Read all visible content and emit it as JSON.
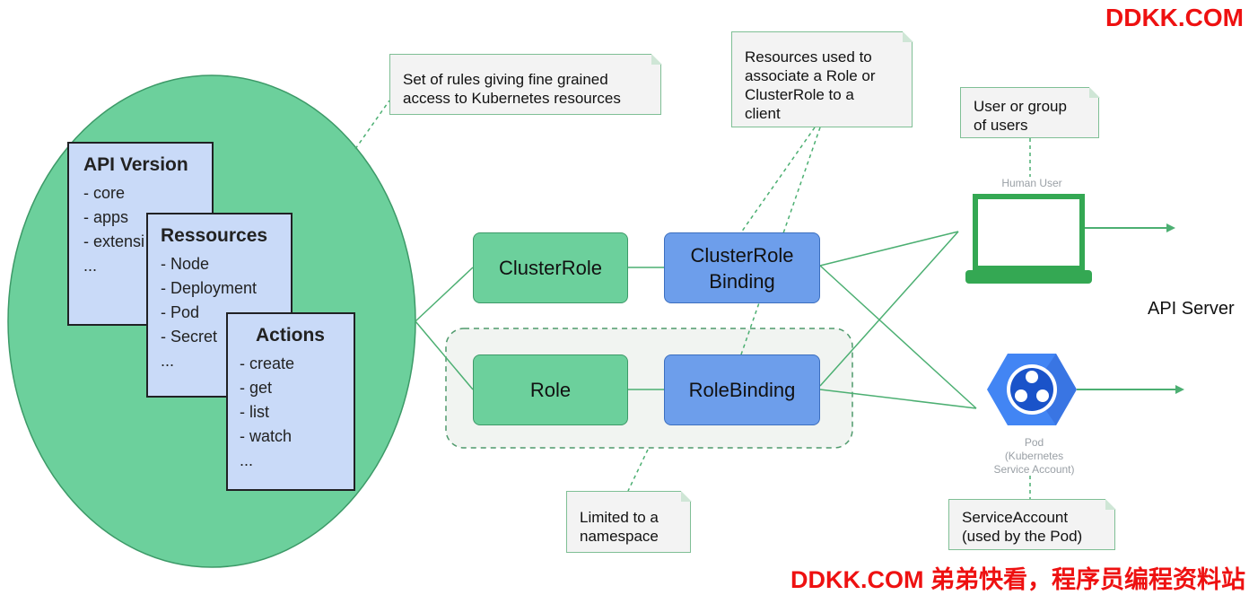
{
  "watermark_top": "DDKK.COM",
  "watermark_bottom": "DDKK.COM 弟弟快看，程序员编程资料站",
  "cards": {
    "api_version": {
      "title": "API Version",
      "items": [
        "- core",
        "- apps",
        "- extensi",
        "..."
      ]
    },
    "resources": {
      "title": "Ressources",
      "items": [
        "- Node",
        "- Deployment",
        "- Pod",
        "- Secret",
        "..."
      ]
    },
    "actions": {
      "title": "Actions",
      "items": [
        "- create",
        "- get",
        "- list",
        "- watch",
        "..."
      ]
    }
  },
  "nodes": {
    "cluster_role": "ClusterRole",
    "role": "Role",
    "cluster_role_binding_line1": "ClusterRole",
    "cluster_role_binding_line2": "Binding",
    "role_binding": "RoleBinding"
  },
  "notes": {
    "rules_line1": "Set of rules giving fine grained",
    "rules_line2": "access to Kubernetes resources",
    "binding_line1": "Resources used to",
    "binding_line2": "associate a Role or",
    "binding_line3": "ClusterRole to a",
    "binding_line4": "client",
    "user_line1": "User or group",
    "user_line2": "of users",
    "namespace_line1": "Limited to a",
    "namespace_line2": "namespace",
    "sa_line1": "ServiceAccount",
    "sa_line2": "(used by the Pod)"
  },
  "labels": {
    "human_user": "Human User",
    "pod_line1": "Pod",
    "pod_line2": "(Kubernetes",
    "pod_line3": "Service Account)",
    "api_server": "API Server"
  },
  "colors": {
    "green": "#6cd09c",
    "blue": "#6d9eeb",
    "card": "#c9daf8",
    "line": "#4caf72",
    "watermark": "#ee1111",
    "pod_hex": "#4285f4"
  },
  "icons": {
    "laptop": "laptop-icon",
    "pod": "pod-hexagon-icon"
  }
}
